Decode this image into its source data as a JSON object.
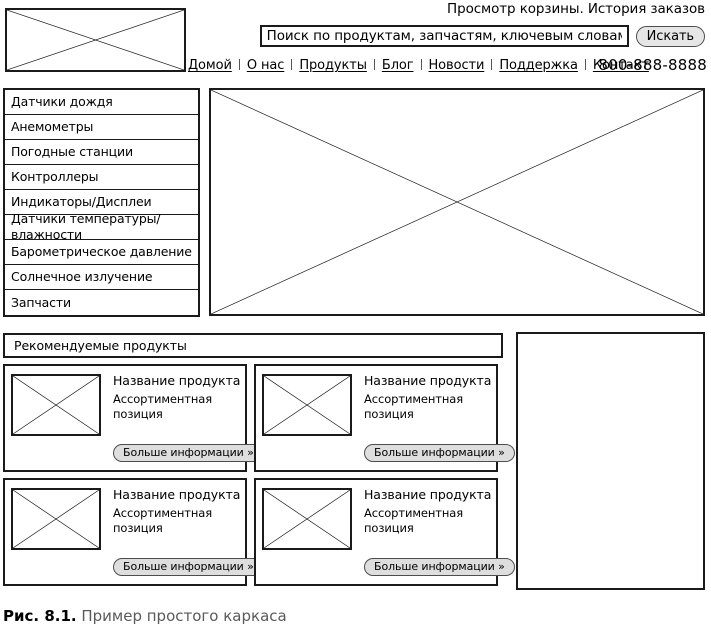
{
  "header": {
    "logo_alt": "Logo placeholder",
    "cart_text": "Просмотр корзины. История заказов",
    "search": {
      "placeholder": "Поиск по продуктам, запчастям, ключевым словам",
      "value": "",
      "button_label": "Искать"
    },
    "nav_items": [
      {
        "label": "Домой"
      },
      {
        "label": "О нас"
      },
      {
        "label": "Продукты"
      },
      {
        "label": "Блог"
      },
      {
        "label": "Новости"
      },
      {
        "label": "Поддержка"
      },
      {
        "label": "Контакт"
      }
    ],
    "phone": "800-888-8888"
  },
  "sidebar": {
    "items": [
      {
        "label": "Датчики дождя"
      },
      {
        "label": "Анемометры"
      },
      {
        "label": "Погодные станции"
      },
      {
        "label": "Контроллеры"
      },
      {
        "label": "Индикаторы/Дисплеи"
      },
      {
        "label": "Датчики температуры/влажности"
      },
      {
        "label": "Барометрическое давление"
      },
      {
        "label": "Солнечное излучение"
      },
      {
        "label": "Запчасти"
      }
    ]
  },
  "hero": {
    "alt": "Hero image placeholder"
  },
  "recommended": {
    "header_label": "Рекомендуемые продукты",
    "cards": [
      {
        "title": "Название продукта",
        "description": "Ассортиментная позиция",
        "button_label": "Больше информации  »"
      },
      {
        "title": "Название продукта",
        "description": "Ассортиментная позиция",
        "button_label": "Больше информации  »"
      },
      {
        "title": "Название продукта",
        "description": "Ассортиментная позиция",
        "button_label": "Больше информации  »"
      },
      {
        "title": "Название продукта",
        "description": "Ассортиментная позиция",
        "button_label": "Больше информации  »"
      }
    ]
  },
  "right_panel": {
    "alt": "Empty sidebar panel"
  },
  "caption": {
    "figure_number": "Рис. 8.1.",
    "text": " Пример простого каркаса"
  },
  "colors": {
    "outline": "#1a1a1a",
    "button_fill": "#dedede",
    "search_button_fill": "#e6e6e6",
    "caption_gray": "#5a5a5a",
    "background": "#ffffff"
  }
}
